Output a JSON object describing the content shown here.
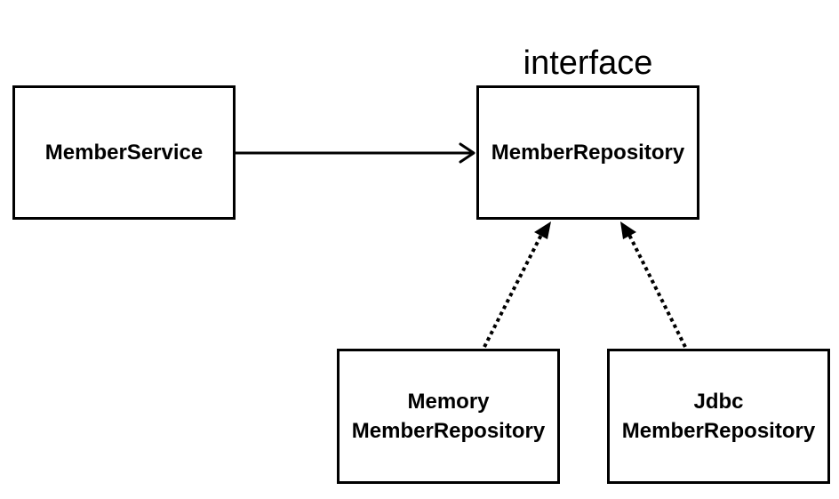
{
  "diagram": {
    "stereotype_label": "interface",
    "nodes": {
      "member_service": {
        "line1": "MemberService"
      },
      "member_repository": {
        "line1": "MemberRepository"
      },
      "memory_member_repository": {
        "line1": "Memory",
        "line2": "MemberRepository"
      },
      "jdbc_member_repository": {
        "line1": "Jdbc",
        "line2": "MemberRepository"
      }
    },
    "edges": [
      {
        "from": "MemberService",
        "to": "MemberRepository",
        "style": "solid",
        "head": "open-arrow"
      },
      {
        "from": "Memory MemberRepository",
        "to": "MemberRepository",
        "style": "dotted",
        "head": "filled-triangle"
      },
      {
        "from": "Jdbc MemberRepository",
        "to": "MemberRepository",
        "style": "dotted",
        "head": "filled-triangle"
      }
    ],
    "colors": {
      "stroke": "#000000",
      "background": "#ffffff"
    }
  }
}
